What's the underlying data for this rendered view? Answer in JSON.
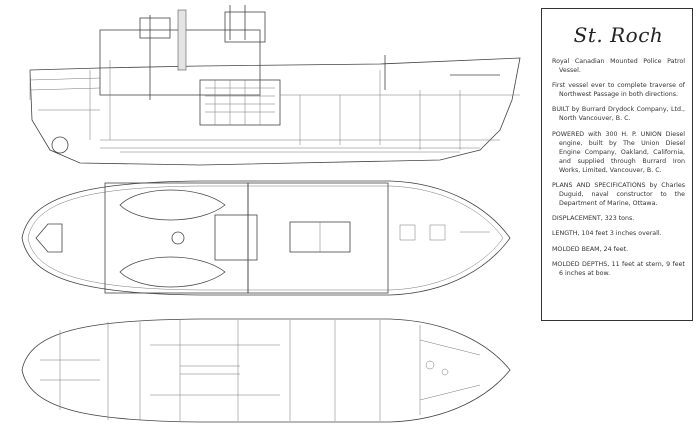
{
  "spec_box": {
    "title": "St. Roch",
    "paragraphs": [
      "Royal Canadian Mounted Police Patrol Vessel.",
      "First vessel ever to complete traverse of Northwest Passage in both directions.",
      "BUILT by Burrard Drydock Company, Ltd., North Vancouver, B. C.",
      "POWERED with 300 H. P. UNION Diesel engine, built by The Union Diesel Engine Company, Oakland, California, and supplied through Burrard Iron Works, Limited, Vancouver, B. C.",
      "PLANS AND SPECIFICATIONS by Charles Duguid, naval constructor to the Department of Marine, Ottawa.",
      "DISPLACEMENT, 323 tons.",
      "LENGTH, 104 feet 3 inches overall.",
      "MOLDED BEAM, 24 feet.",
      "MOLDED DEPTHS, 11 feet at stern, 9 feet 6 inches at bow."
    ]
  },
  "drawings": [
    "profile-section",
    "deck-plan",
    "lower-deck-plan"
  ]
}
